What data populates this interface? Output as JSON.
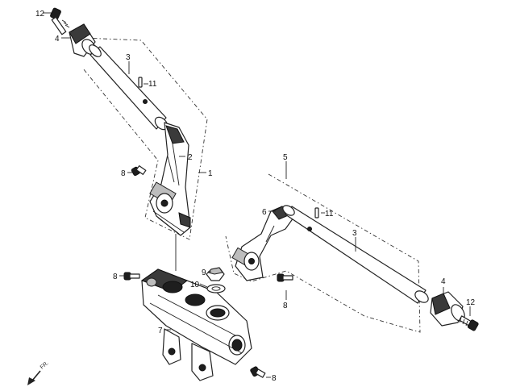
{
  "diagram": {
    "callouts": [
      "12",
      "4",
      "3",
      "11",
      "2",
      "1",
      "8",
      "5",
      "6",
      "11",
      "3",
      "9",
      "10",
      "8",
      "7",
      "8",
      "4",
      "12",
      "8"
    ],
    "direction_label": "FR."
  }
}
